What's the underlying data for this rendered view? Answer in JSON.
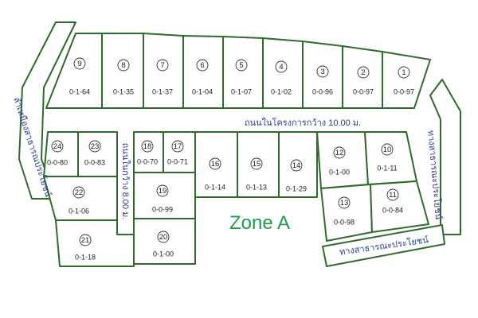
{
  "zone_title": "Zone A",
  "roads": {
    "main": "ถนนในโครงการกว้าง 10.00 ม.",
    "inner": "ถนนในกว้าง 8.00 ม.",
    "west": "ลำเหมืองสาธารณประโยชน์",
    "east": "ทางสาธารณะประโยชน์",
    "south": "ทางสาธารณะประโยชน์"
  },
  "plots": [
    {
      "no": "9",
      "area": "0-1-64"
    },
    {
      "no": "8",
      "area": "0-1-35"
    },
    {
      "no": "7",
      "area": "0-1-37"
    },
    {
      "no": "6",
      "area": "0-1-04"
    },
    {
      "no": "5",
      "area": "0-1-07"
    },
    {
      "no": "4",
      "area": "0-1-02"
    },
    {
      "no": "3",
      "area": "0-0-96"
    },
    {
      "no": "2",
      "area": "0-0-97"
    },
    {
      "no": "1",
      "area": "0-0-97"
    },
    {
      "no": "24",
      "area": "0-0-80"
    },
    {
      "no": "23",
      "area": "0-0-83"
    },
    {
      "no": "22",
      "area": "0-1-06"
    },
    {
      "no": "21",
      "area": "0-1-18"
    },
    {
      "no": "18",
      "area": "0-0-70"
    },
    {
      "no": "17",
      "area": "0-0-71"
    },
    {
      "no": "19",
      "area": "0-0-99"
    },
    {
      "no": "20",
      "area": "0-1-00"
    },
    {
      "no": "16",
      "area": "0-1-14"
    },
    {
      "no": "15",
      "area": "0-1-13"
    },
    {
      "no": "14",
      "area": "0-1-29"
    },
    {
      "no": "12",
      "area": "0-1-00"
    },
    {
      "no": "10",
      "area": "0-1-11"
    },
    {
      "no": "13",
      "area": "0-0-98"
    },
    {
      "no": "11",
      "area": "0-0-84"
    }
  ]
}
